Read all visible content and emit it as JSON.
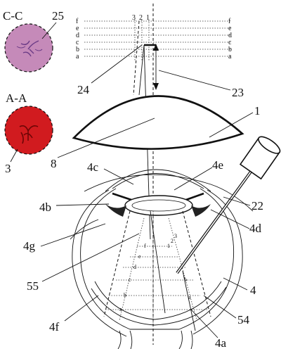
{
  "sections": {
    "cc": "C-C",
    "aa": "A-A"
  },
  "labels": {
    "l25": "25",
    "l24": "24",
    "l23": "23",
    "l1": "1",
    "l8": "8",
    "l3": "3",
    "l4c": "4c",
    "l4e": "4e",
    "l4b": "4b",
    "l22": "22",
    "l4d": "4d",
    "l4g": "4g",
    "l55": "55",
    "l4": "4",
    "l4f": "4f",
    "l54": "54",
    "l4a": "4a"
  },
  "levels": [
    "f",
    "e",
    "d",
    "c",
    "b",
    "a"
  ],
  "beam_numbers": [
    "3",
    "2",
    "1"
  ],
  "colors": {
    "retina_blue": "#b56fa8",
    "retina_red": "#d11b1f"
  }
}
